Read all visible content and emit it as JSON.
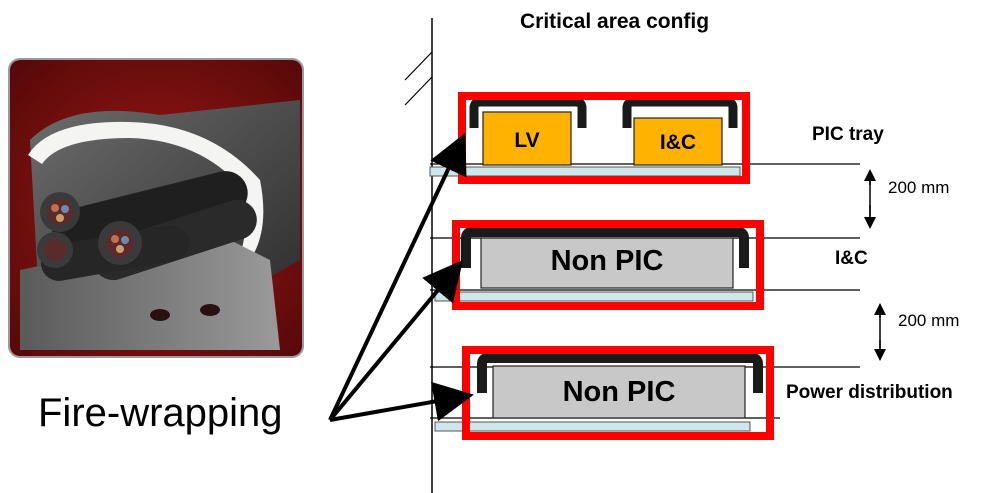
{
  "title": "Critical area config",
  "fire_wrapping": "Fire-wrapping",
  "trays": {
    "pic": {
      "side_label": "PIC tray",
      "box_left": "LV",
      "box_right": "I&C"
    },
    "ic": {
      "side_label": "I&C",
      "box": "Non PIC"
    },
    "power": {
      "side_label": "Power distribution",
      "box": "Non PIC"
    }
  },
  "spacing": {
    "upper": "200 mm",
    "lower": "200 mm"
  },
  "colors": {
    "wrap_red": "#ff0000",
    "pic_box": "#ffb300",
    "non_pic_box": "#c8c8c8",
    "tray_rail": "#cfe6ea"
  }
}
